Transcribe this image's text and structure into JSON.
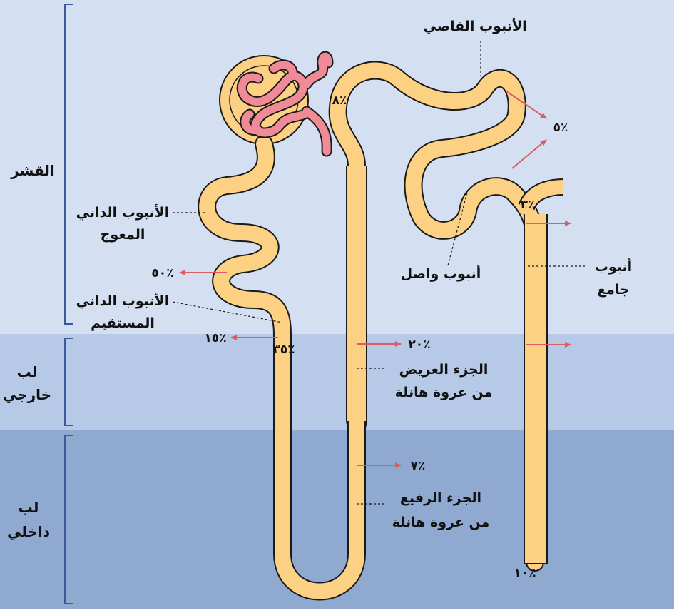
{
  "colors": {
    "cortex_bg": "#d4e0f2",
    "outer_medulla_bg": "#b6c9e6",
    "inner_medulla_bg": "#8fa9d1",
    "tubule_fill": "#fdd183",
    "outline": "#1a1a1a",
    "glomerulus": "#f08a96",
    "arrow": "#e05a64",
    "bracket": "#3a5a9a"
  },
  "zones": {
    "cortex": "القشر",
    "outer_medulla_line1": "لب",
    "outer_medulla_line2": "خارجي",
    "inner_medulla_line1": "لب",
    "inner_medulla_line2": "داخلي"
  },
  "labels": {
    "distal_tubule": "الأنبوب القاصي",
    "pct_convoluted_line1": "الأنبوب الداني",
    "pct_convoluted_line2": "المعوج",
    "pct_straight_line1": "الأنبوب الداني",
    "pct_straight_line2": "المستقيم",
    "connecting_tubule": "أنبوب واصل",
    "collecting_duct_line1": "أنبوب",
    "collecting_duct_line2": "جامع",
    "thick_limb_line1": "الجزء العريض",
    "thick_limb_line2": "من عروة هانلة",
    "thin_limb_line1": "الجزء الرفيع",
    "thin_limb_line2": "من عروة هانلة"
  },
  "percentages": {
    "glomerulus_side": "٨٪",
    "distal_out": "٥٪",
    "connecting": "٣٪",
    "proximal_convoluted": "٥٠٪",
    "proximal_straight_out": "١٥٪",
    "proximal_straight": "٣٥٪",
    "thick_limb": "٢٠٪",
    "thin_limb": "٧٪",
    "collecting_end": "١٠٪"
  }
}
